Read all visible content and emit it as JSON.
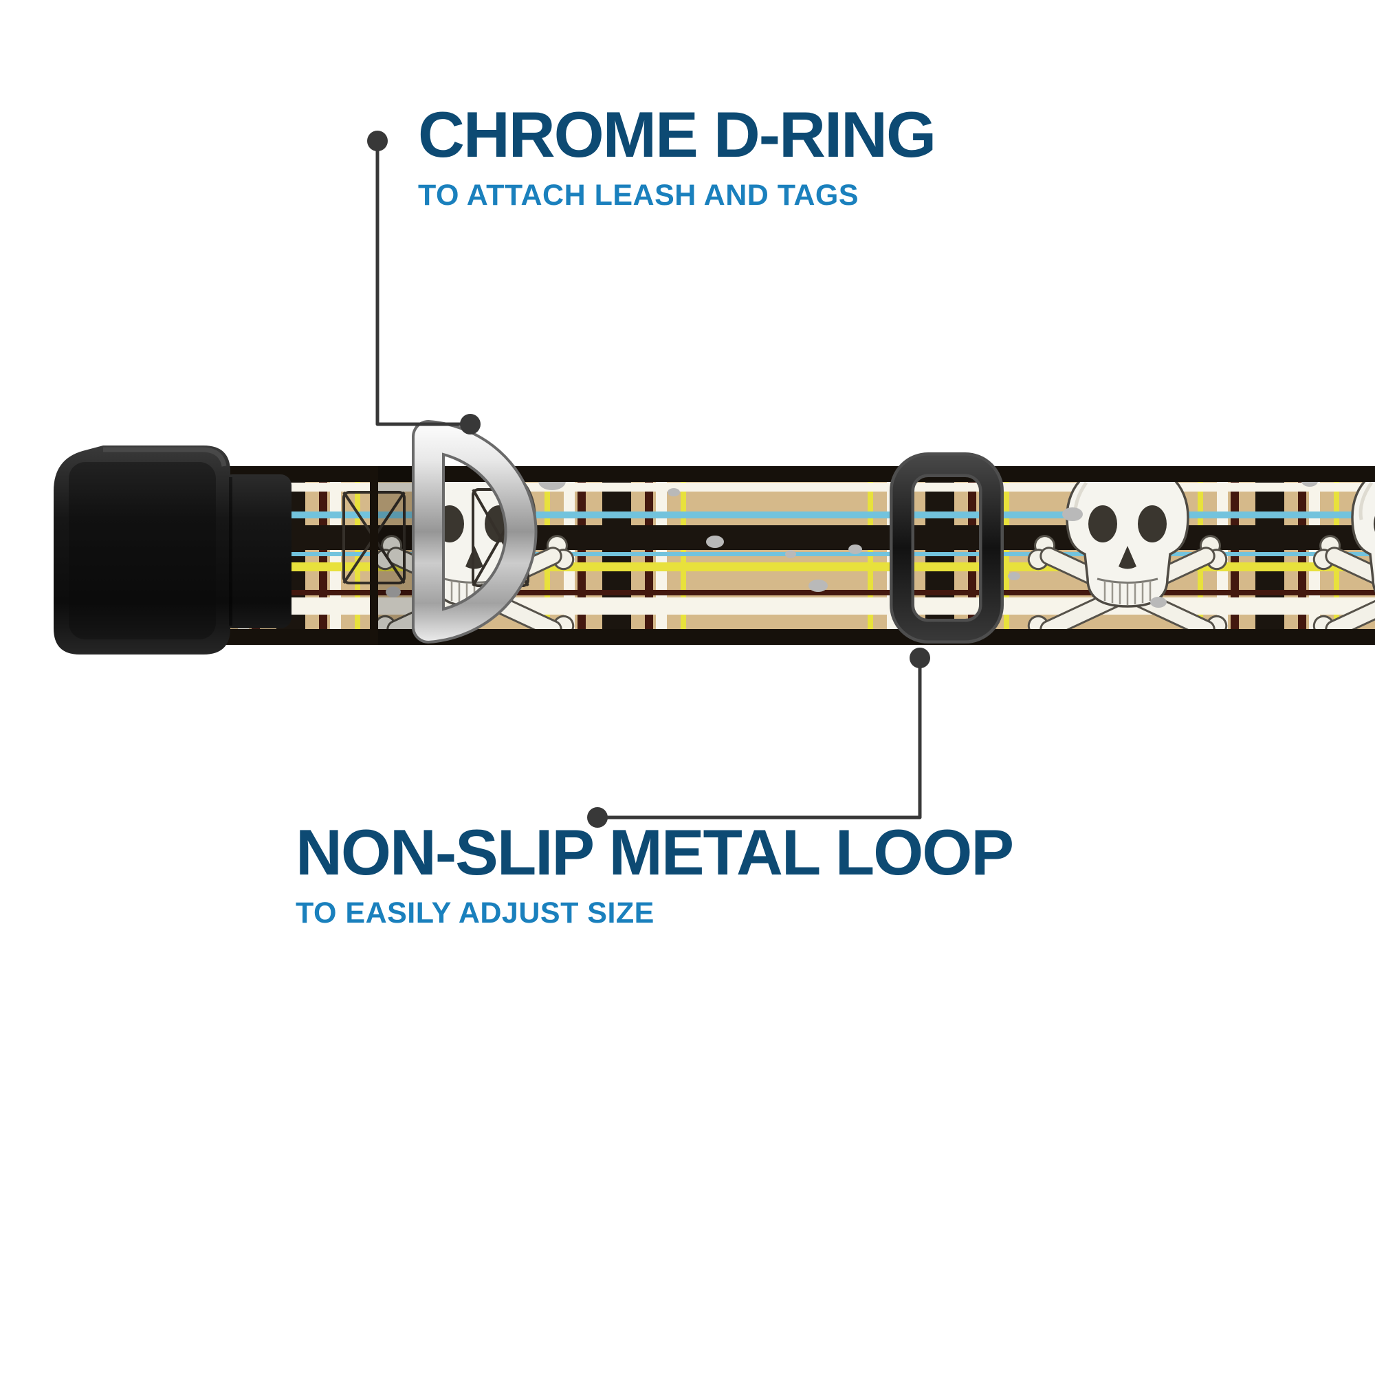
{
  "colors": {
    "background": "#ffffff",
    "heading": "#0d4a73",
    "subheading": "#1a80bd",
    "callout_line": "#383838",
    "webbing_tan": "#d5b98a",
    "webbing_black": "#16110b",
    "plaid_white": "#f7f4ea",
    "plaid_blue": "#72c3dd",
    "plaid_yellow": "#e8e13c",
    "plaid_maroon": "#43180f",
    "chrome_silver": "#c0c0c0",
    "hardware_black": "#1c1c1c"
  },
  "callouts": {
    "d_ring": {
      "title": "CHROME D-RING",
      "subtitle": "TO ATTACH LEASH AND TAGS",
      "points_to": "chrome-d-ring"
    },
    "metal_loop": {
      "title": "NON-SLIP METAL LOOP",
      "subtitle": "TO EASILY ADJUST SIZE",
      "points_to": "metal-slide-loop"
    }
  },
  "graphics": {
    "buckle": "black-side-release-buckle",
    "d_ring": "chrome-d-ring",
    "slide_loop": "black-metal-slide-loop",
    "webbing": "tan-plaid-skull-crossbones-webbing"
  }
}
